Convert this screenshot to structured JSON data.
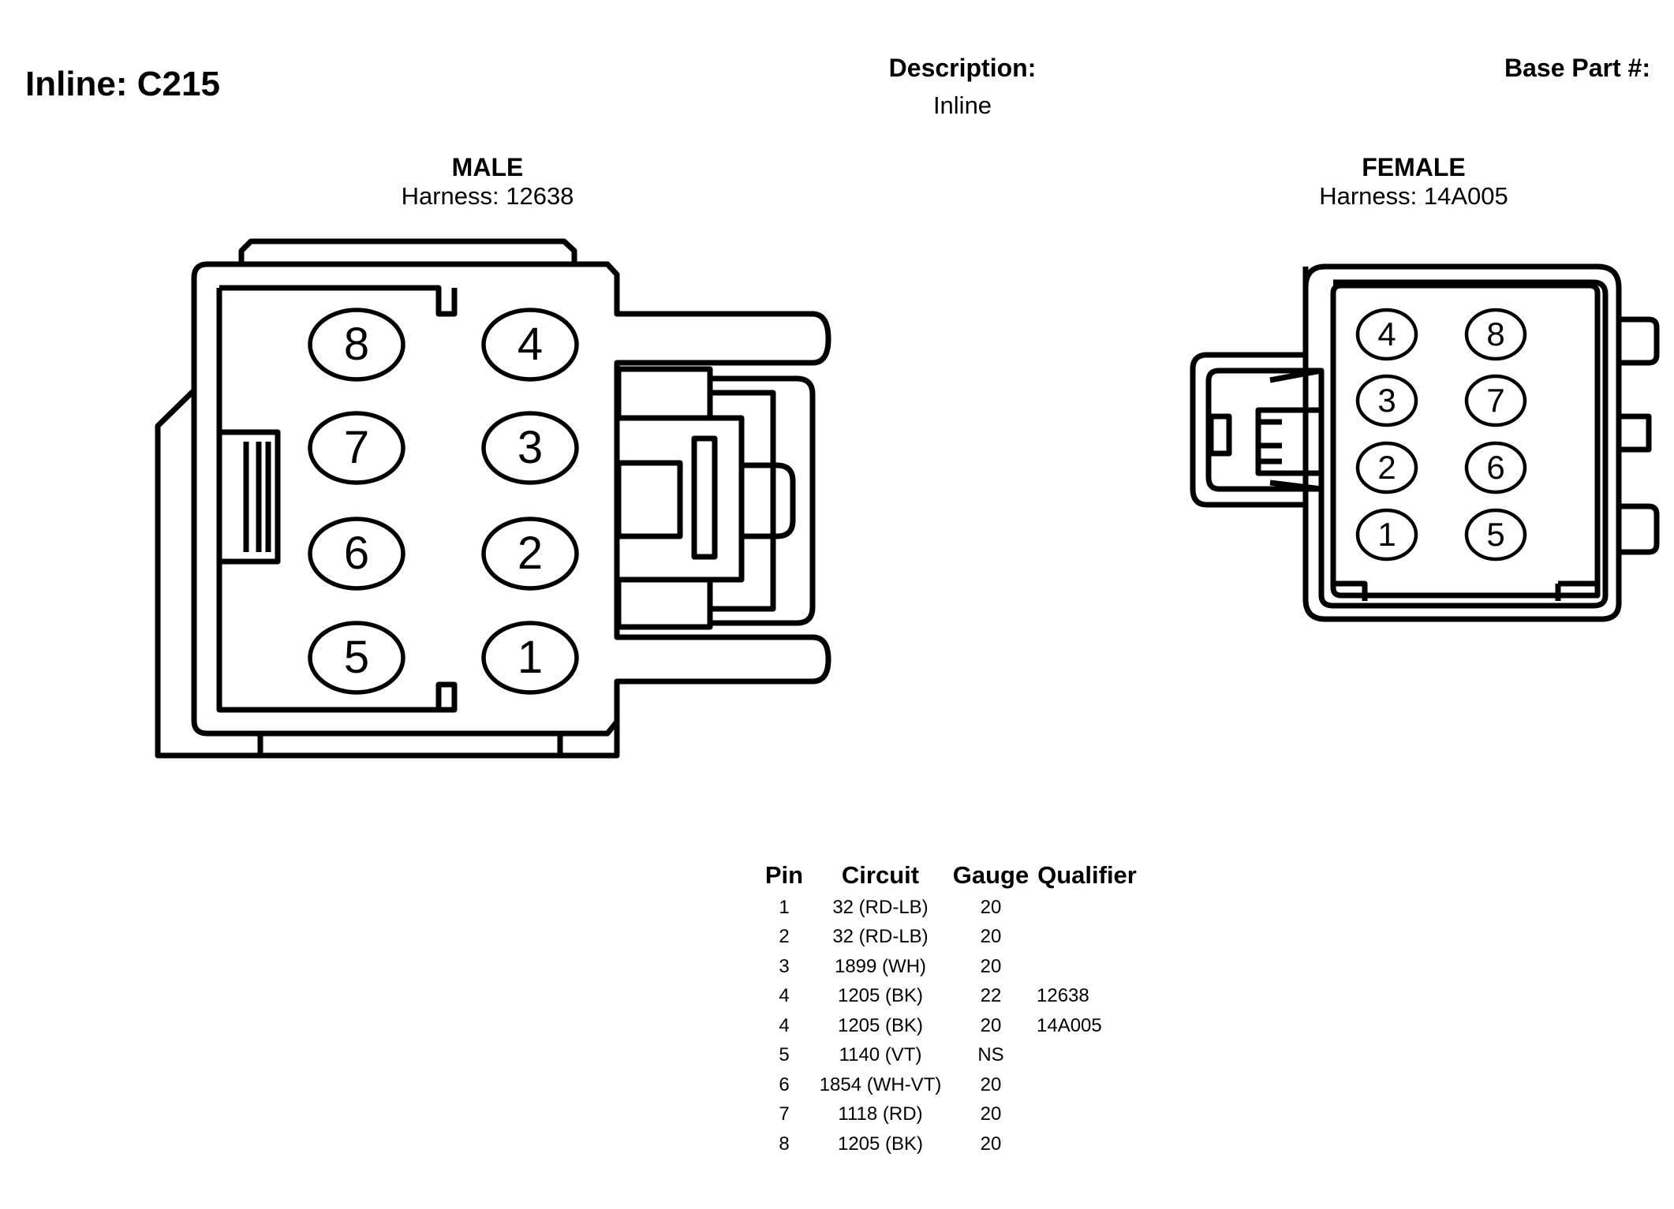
{
  "header": {
    "title": "Inline: C215",
    "description_label": "Description:",
    "description_value": "Inline",
    "base_part_label": "Base Part #:"
  },
  "male": {
    "title": "MALE",
    "harness": "Harness: 12638",
    "pins": [
      "8",
      "4",
      "7",
      "3",
      "6",
      "2",
      "5",
      "1"
    ]
  },
  "female": {
    "title": "FEMALE",
    "harness": "Harness: 14A005",
    "pins": [
      "4",
      "8",
      "3",
      "7",
      "2",
      "6",
      "1",
      "5"
    ]
  },
  "table": {
    "headers": [
      "Pin",
      "Circuit",
      "Gauge",
      "Qualifier"
    ],
    "rows": [
      {
        "pin": "1",
        "circuit": "32 (RD-LB)",
        "gauge": "20",
        "qualifier": ""
      },
      {
        "pin": "2",
        "circuit": "32 (RD-LB)",
        "gauge": "20",
        "qualifier": ""
      },
      {
        "pin": "3",
        "circuit": "1899 (WH)",
        "gauge": "20",
        "qualifier": ""
      },
      {
        "pin": "4",
        "circuit": "1205 (BK)",
        "gauge": "22",
        "qualifier": "12638"
      },
      {
        "pin": "4",
        "circuit": "1205 (BK)",
        "gauge": "20",
        "qualifier": "14A005"
      },
      {
        "pin": "5",
        "circuit": "1140 (VT)",
        "gauge": "NS",
        "qualifier": ""
      },
      {
        "pin": "6",
        "circuit": "1854 (WH-VT)",
        "gauge": "20",
        "qualifier": ""
      },
      {
        "pin": "7",
        "circuit": "1118 (RD)",
        "gauge": "20",
        "qualifier": ""
      },
      {
        "pin": "8",
        "circuit": "1205 (BK)",
        "gauge": "20",
        "qualifier": ""
      }
    ]
  }
}
